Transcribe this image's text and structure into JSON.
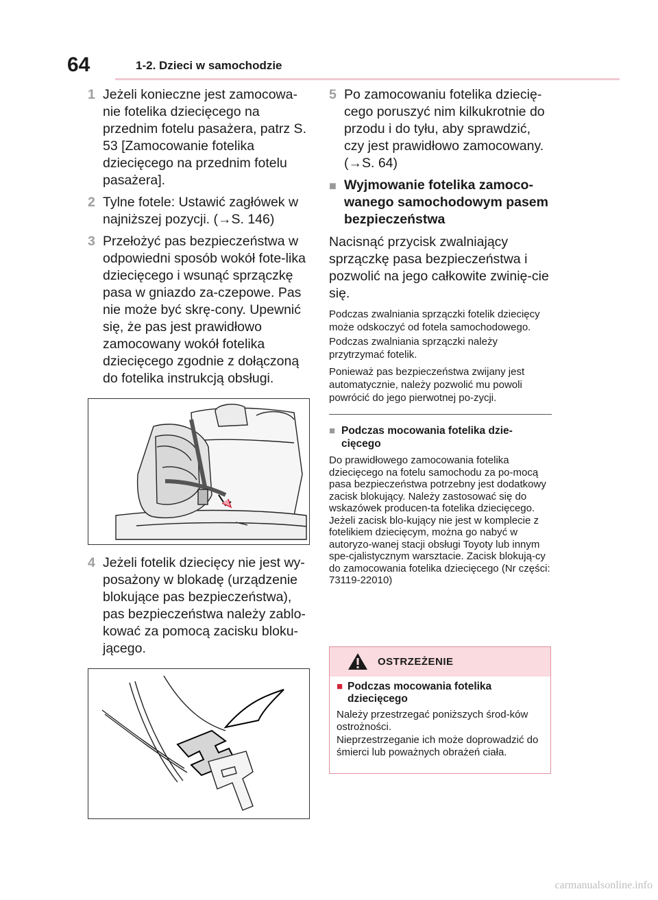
{
  "header": {
    "page_number": "64",
    "section": "1-2. Dzieci w samochodzie"
  },
  "left": {
    "step1": {
      "num": "1",
      "text": "Jeżeli konieczne jest zamocowa-nie fotelika dziecięcego na przednim fotelu pasażera, patrz S. 53 [Zamocowanie fotelika dziecięcego na przednim fotelu pasażera]."
    },
    "step2": {
      "num": "2",
      "text": "Tylne fotele: Ustawić zagłówek w najniższej pozycji. (→S. 146)"
    },
    "step3": {
      "num": "3",
      "text": "Przełożyć pas bezpieczeństwa w odpowiedni sposób wokół fote-lika dziecięcego i wsunąć sprzączkę pasa w gniazdo za-czepowe. Pas nie może być skrę-cony. Upewnić się, że pas jest prawidłowo zamocowany wokół fotelika dziecięcego zgodnie z dołączoną do fotelika instrukcją obsługi."
    },
    "step4": {
      "num": "4",
      "text": "Jeżeli fotelik dziecięcy nie jest wy-posażony w blokadę (urządzenie blokujące pas bezpieczeństwa), pas bezpieczeństwa należy zablo-kować za pomocą zacisku bloku-jącego."
    }
  },
  "right": {
    "step5": {
      "num": "5",
      "text": "Po zamocowaniu fotelika dziecię-cego poruszyć nim kilkukrotnie do przodu i do tyłu, aby sprawdzić, czy jest prawidłowo zamocowany. (→S. 64)"
    },
    "removal_heading": "Wyjmowanie fotelika zamoco-wanego samochodowym pasem bezpieczeństwa",
    "removal_text": "Nacisnąć przycisk zwalniający sprzączkę pasa bezpieczeństwa i pozwolić na jego całkowite zwinię-cie się.",
    "removal_note1a": "Podczas zwalniania sprzączki fotelik dziecięcy może odskoczyć od fotela samochodowego.",
    "removal_note1b": "Podczas zwalniania sprzączki należy przytrzymać fotelik.",
    "removal_note2": "Ponieważ pas bezpieczeństwa zwijany jest automatycznie, należy pozwolić mu powoli powrócić do jego pierwotnej po-zycji.",
    "mounting_heading": "Podczas mocowania fotelika dzie-cięcego",
    "mounting_text": "Do prawidłowego zamocowania fotelika dziecięcego na fotelu samochodu za po-mocą pasa bezpieczeństwa potrzebny jest dodatkowy zacisk blokujący. Należy zastosować się do wskazówek producen-ta fotelika dziecięcego. Jeżeli zacisk blo-kujący nie jest w komplecie z fotelikiem dziecięcym, można go nabyć w autoryzo-wanej stacji obsługi Toyoty lub innym spe-cjalistycznym warsztacie. Zacisk blokują-cy do zamocowania fotelika dziecięcego (Nr części: 73119-22010)"
  },
  "warning": {
    "title": "OSTRZEŻENIE",
    "heading": "Podczas mocowania fotelika dziecięcego",
    "text1": "Należy przestrzegać poniższych środ-ków ostrożności.",
    "text2": "Nieprzestrzeganie ich może doprowadzić do śmierci lub poważnych obrażeń ciała."
  },
  "watermark": "carmanualsonline.info",
  "colors": {
    "accent": "#d2263a",
    "header_rule": "#f2c8d2",
    "warning_bg": "#f9dbe0",
    "warning_border": "#e0909c"
  }
}
